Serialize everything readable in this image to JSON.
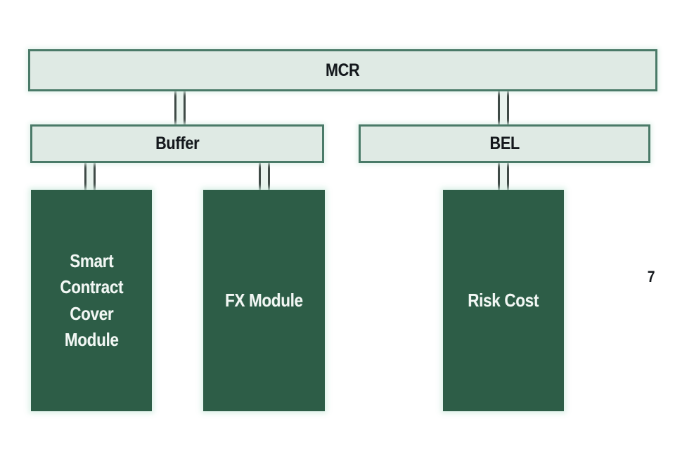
{
  "page": {
    "background_color": "#ffffff",
    "page_number": "7"
  },
  "palette": {
    "light_fill": "#dfeae4",
    "light_border": "#4a7a68",
    "dark_fill": "#2d5d47",
    "dark_text": "#f2f7f4",
    "light_text": "#14181c",
    "connector_line": "#3f4a46"
  },
  "diagram": {
    "type": "hierarchy-tree",
    "root": {
      "id": "mcr",
      "label": "MCR",
      "style": "light"
    },
    "level2": [
      {
        "id": "buffer",
        "label": "Buffer",
        "style": "light",
        "parent": "mcr"
      },
      {
        "id": "bel",
        "label": "BEL",
        "style": "light",
        "parent": "mcr"
      }
    ],
    "level3": [
      {
        "id": "smart-contract-cover-module",
        "label": "Smart Contract Cover Module",
        "lines": [
          "Smart",
          "Contract",
          "Cover",
          "Module"
        ],
        "style": "dark",
        "parent": "buffer"
      },
      {
        "id": "fx-module",
        "label": "FX Module",
        "lines": [
          "FX Module"
        ],
        "style": "dark",
        "parent": "buffer"
      },
      {
        "id": "risk-cost",
        "label": "Risk Cost",
        "lines": [
          "Risk Cost"
        ],
        "style": "dark",
        "parent": "bel"
      }
    ],
    "edges": [
      {
        "from": "mcr",
        "to": "buffer"
      },
      {
        "from": "mcr",
        "to": "bel"
      },
      {
        "from": "buffer",
        "to": "smart-contract-cover-module"
      },
      {
        "from": "buffer",
        "to": "fx-module"
      },
      {
        "from": "bel",
        "to": "risk-cost"
      }
    ]
  }
}
